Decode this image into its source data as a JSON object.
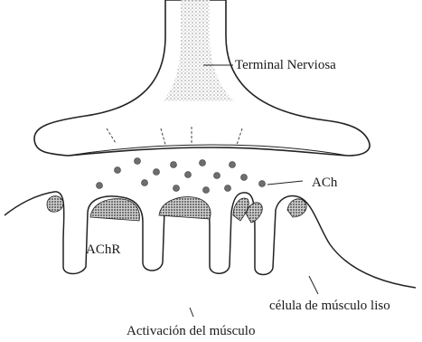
{
  "labels": {
    "nerve_terminal": "Terminal Nerviosa",
    "ach": "ACh",
    "achr": "AChR",
    "muscle_cell": "célula de músculo liso",
    "caption": "Activación del músculo"
  },
  "colors": {
    "line": "#222222",
    "stipple": "#9a9a9a",
    "receptor": "#555555",
    "vesicle": "#6e6e6e"
  }
}
